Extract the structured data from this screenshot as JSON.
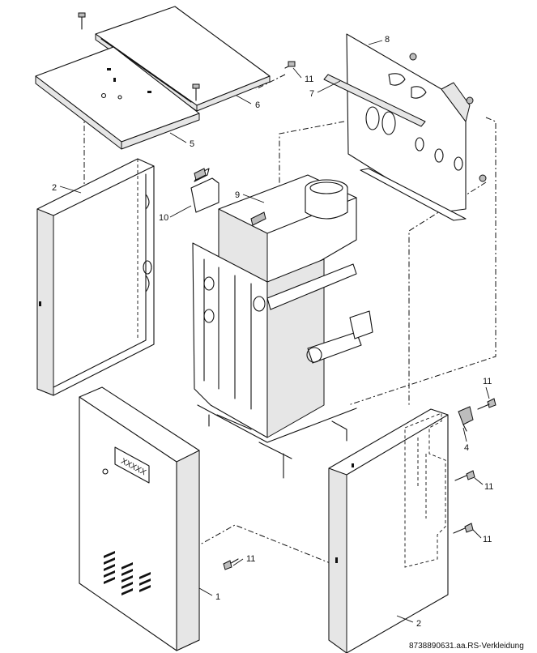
{
  "labels": {
    "p1": "1",
    "p2_left": "2",
    "p2_right": "2",
    "p4": "4",
    "p5": "5",
    "p6": "6",
    "p7": "7",
    "p8": "8",
    "p9": "9",
    "p10": "10",
    "p11_top": "11",
    "p11_right_a": "11",
    "p11_right_b": "11",
    "p11_right_c": "11",
    "p11_bottom": "11"
  },
  "front_panel_plate": "XXXXX",
  "reference": "8738890631.aa.RS-Verkleidung"
}
